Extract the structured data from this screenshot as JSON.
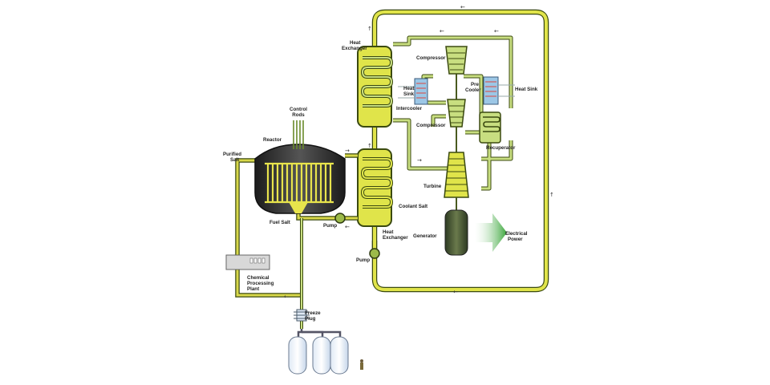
{
  "labels": {
    "control_rods": [
      "Control",
      "Rods"
    ],
    "reactor": "Reactor",
    "purified_salt": [
      "Purified",
      "Salt"
    ],
    "fuel_salt": "Fuel Salt",
    "pump_primary": "Pump",
    "pump_secondary": "Pump",
    "coolant_salt": "Coolant Salt",
    "heat_exchanger_lower": [
      "Heat",
      "Exchanger"
    ],
    "heat_exchanger_upper": [
      "Heat",
      "Exchanger"
    ],
    "chemical_plant": [
      "Chemical",
      "Processing",
      "Plant"
    ],
    "freeze_plug": [
      "Freeze",
      "Plug"
    ],
    "compressor_top": "Compressor",
    "compressor_bottom": "Compressor",
    "heat_sink_left": [
      "Heat",
      "Sink"
    ],
    "heat_sink_right": "Heat Sink",
    "pre_cooler": [
      "Pre",
      "Cooler"
    ],
    "intercooler": "Intercooler",
    "recuperator": "Recuperator",
    "turbine": "Turbine",
    "generator": "Generator",
    "electrical_power": [
      "Electrical",
      "Power"
    ]
  },
  "colors": {
    "fuel_salt": "#d8d84a",
    "coolant_salt": "#e0e44a",
    "gas_loop": "#c8de80",
    "pipe_outline": "#3b4a10",
    "water": "#9cc7e6",
    "reactor_vessel": "#2b2b2b",
    "power_arrow": "#4caf50"
  }
}
